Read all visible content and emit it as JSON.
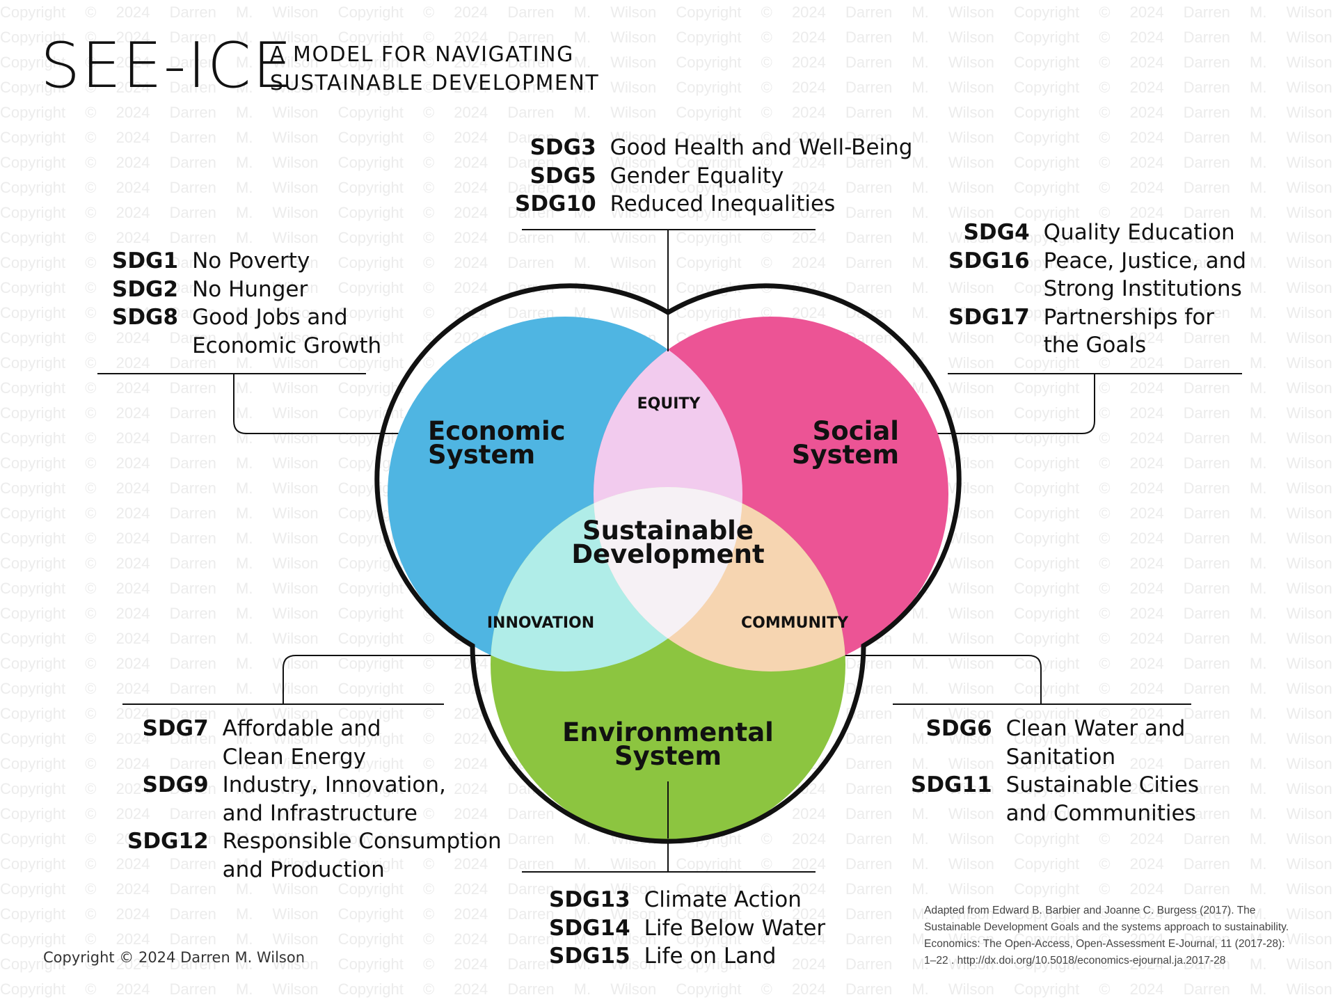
{
  "title": "SEE-ICE",
  "subtitle": "A MODEL FOR NAVIGATING\nSUSTAINABLE DEVELOPMENT",
  "watermark_text": "Copyright © 2024 Darren M. Wilson",
  "systems": {
    "economic": "Economic System",
    "social": "Social System",
    "environmental": "Environmental System"
  },
  "intersections": {
    "equity": "EQUITY",
    "innovation": "INNOVATION",
    "community": "COMMUNITY",
    "center": "Sustainable Development"
  },
  "colors": {
    "economic": "#4fb5e2",
    "social": "#ec5495",
    "environmental": "#8cc540",
    "equity": "#f2cbee",
    "innovation": "#b0ede8",
    "community": "#f6d5b1",
    "center": "#f6f1f5"
  },
  "sdg_groups": {
    "top": [
      {
        "code": "SDG3",
        "name": "Good Health and Well-Being"
      },
      {
        "code": "SDG5",
        "name": "Gender Equality"
      },
      {
        "code": "SDG10",
        "name": "Reduced Inequalities"
      }
    ],
    "top_left": [
      {
        "code": "SDG1",
        "name": "No Poverty"
      },
      {
        "code": "SDG2",
        "name": "No Hunger"
      },
      {
        "code": "SDG8",
        "name": "Good Jobs and\nEconomic Growth"
      }
    ],
    "top_right": [
      {
        "code": "SDG4",
        "name": "Quality Education"
      },
      {
        "code": "SDG16",
        "name": "Peace, Justice, and\nStrong Institutions"
      },
      {
        "code": "SDG17",
        "name": "Partnerships for\nthe Goals"
      }
    ],
    "bottom_left": [
      {
        "code": "SDG7",
        "name": "Affordable and\nClean Energy"
      },
      {
        "code": "SDG9",
        "name": "Industry, Innovation,\nand Infrastructure"
      },
      {
        "code": "SDG12",
        "name": "Responsible Consumption\nand Production"
      }
    ],
    "bottom_right": [
      {
        "code": "SDG6",
        "name": "Clean Water and\nSanitation"
      },
      {
        "code": "SDG11",
        "name": "Sustainable Cities\nand Communities"
      }
    ],
    "bottom": [
      {
        "code": "SDG13",
        "name": "Climate Action"
      },
      {
        "code": "SDG14",
        "name": "Life Below Water"
      },
      {
        "code": "SDG15",
        "name": "Life on Land"
      }
    ]
  },
  "copyright": "Copyright © 2024 Darren M. Wilson",
  "citation": "Adapted from Edward B. Barbier and Joanne C. Burgess (2017). The Sustainable Development Goals and the systems approach to sustainability. Economics: The Open-Access, Open-Assessment E-Journal, 11 (2017-28): 1–22 . http://dx.doi.org/10.5018/economics-ejournal.ja.2017-28"
}
